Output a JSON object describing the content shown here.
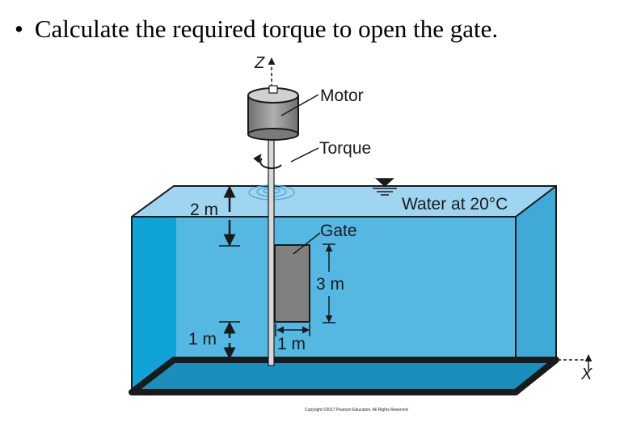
{
  "heading": {
    "bullet": "•",
    "text": "Calculate the required torque to open the gate."
  },
  "labels": {
    "z_axis": "Z",
    "x_axis": "X",
    "motor": "Motor",
    "torque": "Torque",
    "water": "Water at 20°C",
    "gate": "Gate",
    "depth_top": "2 m",
    "gate_height": "3 m",
    "gate_width": "1 m",
    "bottom_gap": "1 m",
    "copyright": "Copyright ©2017 Pearson Education, All Rights Reserved"
  },
  "colors": {
    "water_front": "#55b8e2",
    "water_top": "#9fd5f0",
    "water_side": "#3fa9d8",
    "gate": "#808080",
    "motor": "#8c8c8c",
    "frame": "#1a1a1a"
  }
}
